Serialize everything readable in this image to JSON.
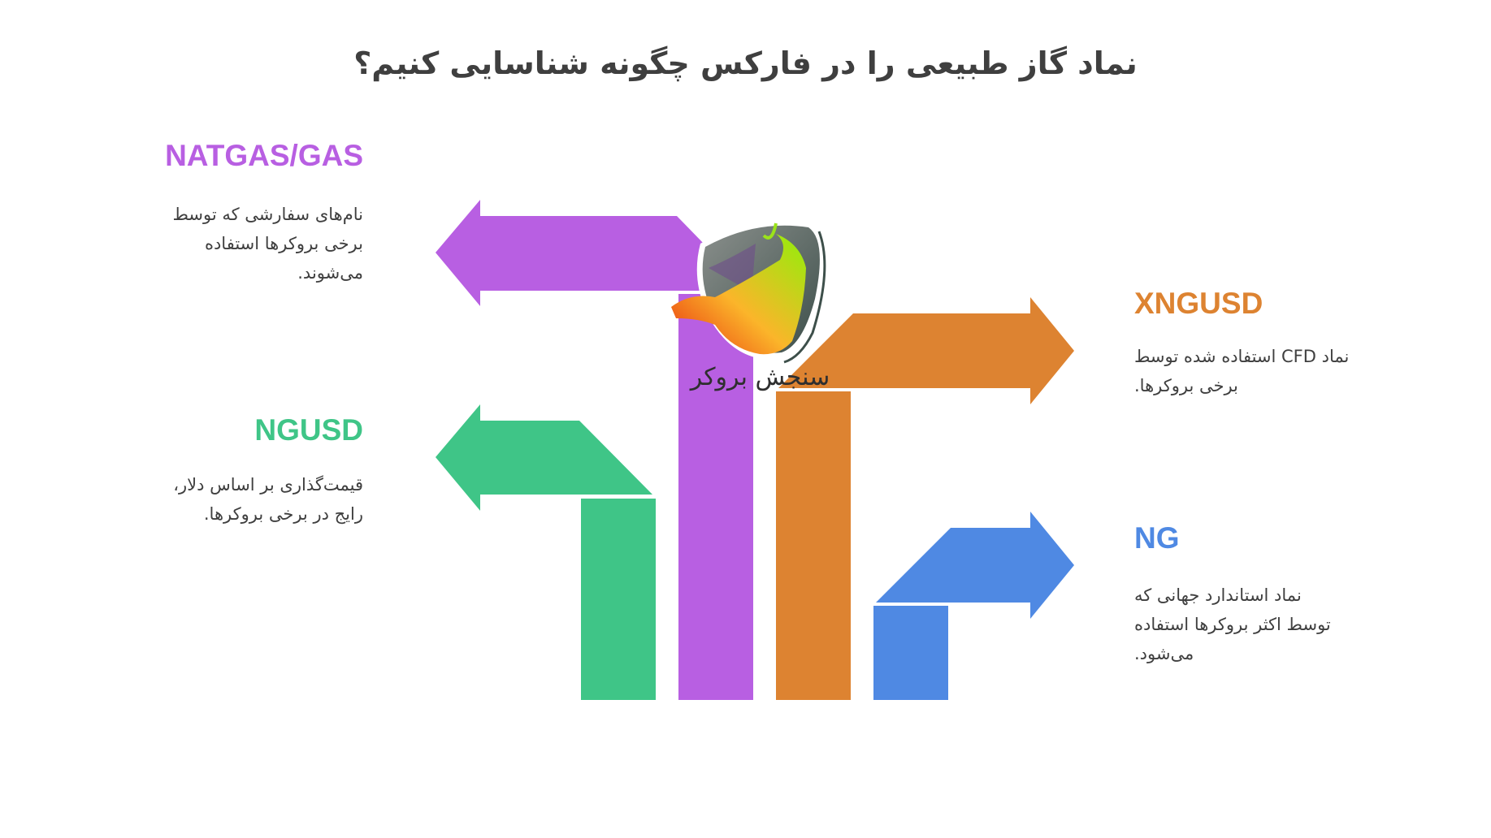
{
  "title": "نماد گاز طبیعی را در فارکس چگونه شناسایی کنیم؟",
  "logo": {
    "icon": "bull-bear-shield-logo",
    "text": "سنجش بروکر"
  },
  "colors": {
    "purple": "#B85FE2",
    "green": "#3FC587",
    "orange": "#DD8331",
    "blue": "#4F89E3",
    "text": "#3F3F3F"
  },
  "items": [
    {
      "symbol": "NATGAS/GAS",
      "color": "#B85FE2",
      "direction": "left",
      "description": [
        "نام‌های سفارشی که توسط",
        "برخی بروکرها استفاده",
        "می‌شوند."
      ]
    },
    {
      "symbol": "NGUSD",
      "color": "#3FC587",
      "direction": "left",
      "description": [
        "قیمت‌گذاری بر اساس دلار،",
        "رایج در برخی بروکرها."
      ]
    },
    {
      "symbol": "XNGUSD",
      "color": "#DD8331",
      "direction": "right",
      "description": [
        "نماد CFD استفاده شده توسط",
        "برخی بروکرها."
      ]
    },
    {
      "symbol": "NG",
      "color": "#4F89E3",
      "direction": "right",
      "description": [
        "نماد استاندارد جهانی که",
        "توسط اکثر بروکرها استفاده",
        "می‌شود."
      ]
    }
  ]
}
